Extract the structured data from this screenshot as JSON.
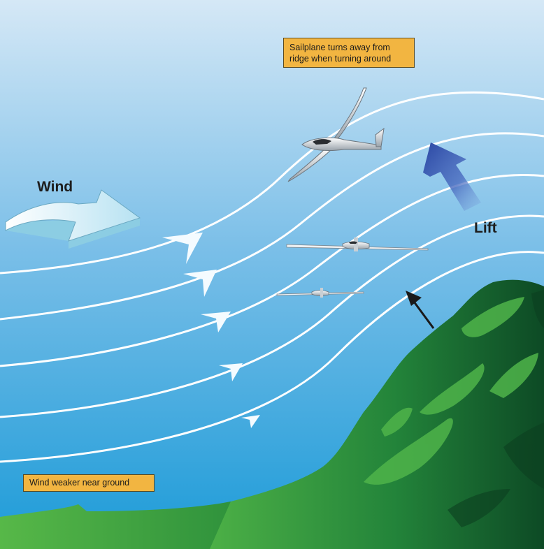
{
  "labels": {
    "wind": "Wind",
    "lift": "Lift",
    "top_callout_line1": "Sailplane turns away from",
    "top_callout_line2": "ridge when turning around",
    "bottom_callout": "Wind weaker near ground"
  },
  "colors": {
    "sky_top": "#d4e7f5",
    "sky_bottom": "#1e9cd9",
    "callout_fill": "#f2b541",
    "hill_light": "#3da23e",
    "hill_dark": "#0e4d27",
    "streamline": "#ffffff",
    "lift_arrow": "#2f52a8"
  },
  "icons": [
    "wind-arrow-icon",
    "lift-arrow-icon",
    "glider-icon",
    "ridge-normal-arrow-icon",
    "streamline-arrow-icon"
  ]
}
